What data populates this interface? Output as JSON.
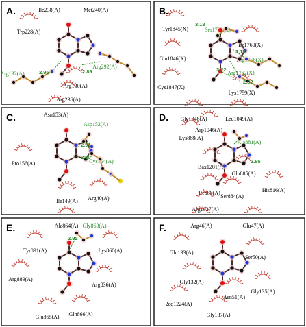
{
  "panels": [
    {
      "label": "A.",
      "residues": [
        "Ile238(A)",
        "Met240(A)",
        "Trp228(A)",
        "Arg132(A)",
        "Arg292(A)",
        "Arg130(A)",
        "Arg236(A)"
      ],
      "hbond_residues": [
        "Arg132(A)",
        "Arg292(A)"
      ],
      "distances": [
        "2.95",
        "2.89"
      ]
    },
    {
      "label": "B.",
      "residues": [
        "Tyr1845(X)",
        "Ser1755(X)",
        "Ile1760(X)",
        "Arg1758(X)",
        "Gln1846(X)",
        "Arg1762(X)",
        "Cys1847(X)",
        "Lys1759(X)"
      ],
      "hbond_residues": [
        "Ser1755(X)",
        "Arg1758(X)",
        "Arg1762(X)"
      ],
      "distances": [
        "3.18",
        "3.18",
        "3.22",
        "2.82"
      ]
    },
    {
      "label": "C.",
      "residues": [
        "Asn153(A)",
        "Asp152(A)",
        "Pro156(A)",
        "Cys154(A)",
        "Ile149(A)",
        "Arg40(A)"
      ],
      "hbond_residues": [
        "Asp152(A)",
        "Cys154(A)"
      ],
      "distances": [
        "2.91",
        "2.80"
      ]
    },
    {
      "label": "D.",
      "residues": [
        "Gly1048(A)",
        "Leu1049(A)",
        "Asp1046(A)",
        "Lys868(A)",
        "Ala881(A)",
        "Bax1201(A)",
        "Glu885(A)",
        "Ile888(A)",
        "Ser884(A)",
        "His816(A)",
        "Arg1027(A)"
      ],
      "hbond_residues": [
        "Ala881(A)"
      ],
      "distances": [
        "2.85"
      ]
    },
    {
      "label": "E.",
      "residues": [
        "Ala864(A)",
        "Gly863(A)",
        "Tyr891(A)",
        "Lys860(A)",
        "Arg889(A)",
        "Arg836(A)",
        "Glu865(A)",
        "Gln866(A)"
      ],
      "hbond_residues": [
        "Gly863(A)"
      ],
      "distances": [
        "2.92"
      ]
    },
    {
      "label": "F.",
      "residues": [
        "Arg46(A)",
        "Glu47(A)",
        "Gln133(A)",
        "Ser50(A)",
        "Gly132(A)",
        "Gly135(A)",
        "2eq1224(A)",
        "Asn51(A)",
        "Gly137(A)"
      ],
      "hbond_residues": [],
      "distances": []
    }
  ],
  "colors": {
    "hbond": "#2a8c2a",
    "hydrophobic_arc": "#c0392b",
    "ligand_bond": "#4a2a2a",
    "atom_carbon": "#111111",
    "atom_nitrogen": "#1a3bd6",
    "atom_oxygen": "#e01010",
    "atom_sulfur": "#e8d020",
    "residue_chain": "#c28a2a"
  }
}
